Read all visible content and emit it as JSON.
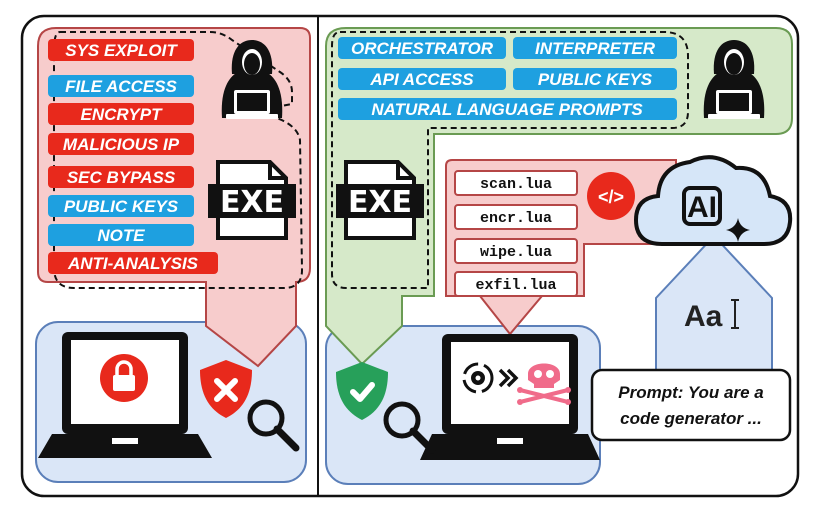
{
  "left_panel": {
    "malware_features": [
      {
        "label": "SYS EXPLOIT",
        "color": "#e8291c"
      },
      {
        "label": "FILE ACCESS",
        "color": "#1ea0e0"
      },
      {
        "label": "ENCRYPT",
        "color": "#e8291c"
      },
      {
        "label": "MALICIOUS IP",
        "color": "#e8291c"
      },
      {
        "label": "SEC BYPASS",
        "color": "#e8291c"
      },
      {
        "label": "PUBLIC KEYS",
        "color": "#1ea0e0"
      },
      {
        "label": "NOTE",
        "color": "#1ea0e0"
      },
      {
        "label": "ANTI-ANALYSIS",
        "color": "#e8291c"
      }
    ],
    "exe_label": "EXE"
  },
  "right_panel": {
    "malware_features": [
      {
        "label": "ORCHESTRATOR",
        "color": "#1ea0e0"
      },
      {
        "label": "INTERPRETER",
        "color": "#1ea0e0"
      },
      {
        "label": "API ACCESS",
        "color": "#1ea0e0"
      },
      {
        "label": "PUBLIC KEYS",
        "color": "#1ea0e0"
      },
      {
        "label": "NATURAL LANGUAGE PROMPTS",
        "color": "#1ea0e0"
      }
    ],
    "exe_label": "EXE",
    "scripts": [
      "scan.lua",
      "encr.lua",
      "wipe.lua",
      "exfil.lua"
    ],
    "code_icon": "</>",
    "ai_label": "AI",
    "font_icon_label": "Aa",
    "prompt_line1": "Prompt: You are a",
    "prompt_line2": "code generator ..."
  },
  "colors": {
    "red_fill": "#f7cccc",
    "red_stroke": "#b54646",
    "green_fill": "#d6e9c9",
    "green_stroke": "#6a9b53",
    "blue_fill": "#dae6f7",
    "blue_stroke": "#5b7fb9",
    "red_tag": "#e8291c",
    "blue_tag": "#1ea0e0"
  }
}
